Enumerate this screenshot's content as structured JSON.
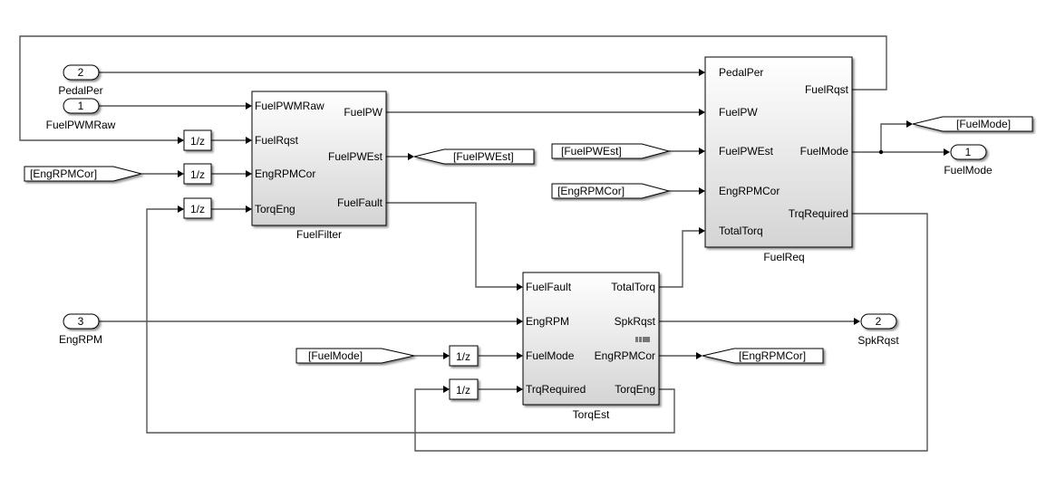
{
  "diagram": {
    "type": "simulink-model",
    "inports": [
      {
        "id": "inport-pedalper",
        "number": "2",
        "label": "PedalPer"
      },
      {
        "id": "inport-fuelpwmraw",
        "number": "1",
        "label": "FuelPWMRaw"
      },
      {
        "id": "inport-engrpm",
        "number": "3",
        "label": "EngRPM"
      }
    ],
    "outports": [
      {
        "id": "outport-fuelmode",
        "number": "1",
        "label": "FuelMode"
      },
      {
        "id": "outport-spkrqst",
        "number": "2",
        "label": "SpkRqst"
      }
    ],
    "unit_delays": {
      "label": "1/z",
      "count": 5
    },
    "goto_tags": [
      {
        "id": "goto-fuelpwest",
        "label": "[FuelPWEst]"
      },
      {
        "id": "goto-fuelmode",
        "label": "[FuelMode]"
      },
      {
        "id": "goto-engrpmcor",
        "label": "[EngRPMCor]"
      }
    ],
    "from_tags": [
      {
        "id": "from-engrpmcor-1",
        "label": "[EngRPMCor]"
      },
      {
        "id": "from-fuelpwest",
        "label": "[FuelPWEst]"
      },
      {
        "id": "from-engrpmcor-2",
        "label": "[EngRPMCor]"
      },
      {
        "id": "from-fuelmode",
        "label": "[FuelMode]"
      }
    ],
    "subsystems": {
      "fuelfilter": {
        "name": "FuelFilter",
        "inputs": [
          "FuelPWMRaw",
          "FuelRqst",
          "EngRPMCor",
          "TorqEng"
        ],
        "outputs": [
          "FuelPW",
          "FuelPWEst",
          "FuelFault"
        ]
      },
      "fuelreq": {
        "name": "FuelReq",
        "inputs": [
          "PedalPer",
          "FuelPW",
          "FuelPWEst",
          "EngRPMCor",
          "TotalTorq"
        ],
        "outputs": [
          "FuelRqst",
          "FuelMode",
          "TrqRequired"
        ]
      },
      "torqest": {
        "name": "TorqEst",
        "inputs": [
          "FuelFault",
          "EngRPM",
          "FuelMode",
          "TrqRequired"
        ],
        "outputs": [
          "TotalTorq",
          "SpkRqst",
          "EngRPMCor",
          "TorqEng"
        ]
      }
    }
  }
}
